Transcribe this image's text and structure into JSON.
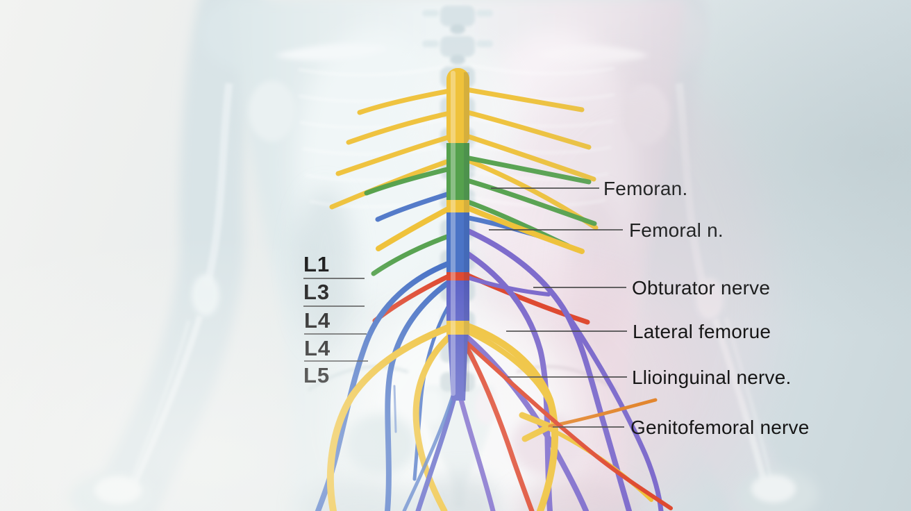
{
  "illustration_type": "lumbar spine and nerve plexus 3d medical illustration",
  "vertebra_labels": [
    "L1",
    "L3",
    "L4",
    "L4",
    "L5"
  ],
  "nerve_labels": [
    "Femoran.",
    "Femoral n.",
    "Obturator nerve",
    "Lateral femorue",
    "Llioinguinal nerve.",
    "Genitofemoral nerve"
  ],
  "colors": {
    "yellow": "#EFC23B",
    "green": "#55A14D",
    "blue": "#4B74C6",
    "indigo": "#5D63C7",
    "purple": "#7E6CCC",
    "red": "#DE4A31",
    "orange": "#E2862F",
    "label_text": "#161616",
    "leader_line": "#4A4A4A"
  }
}
